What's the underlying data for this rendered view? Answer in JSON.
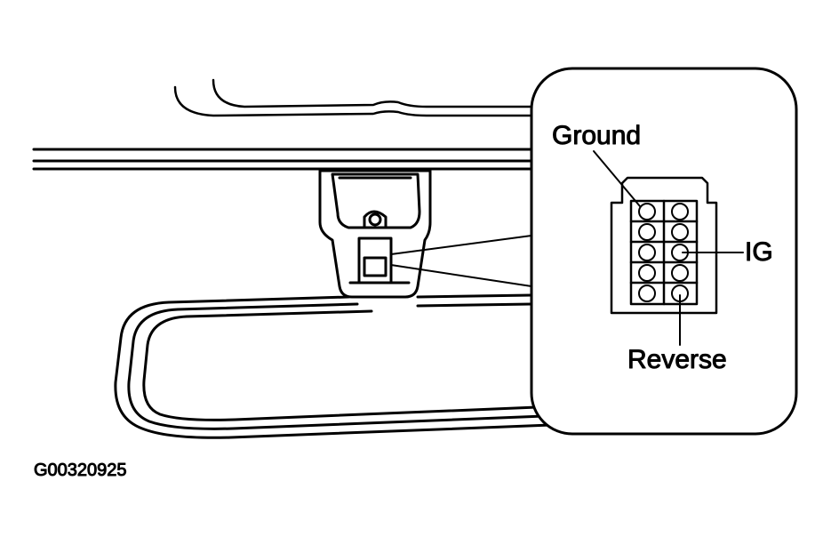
{
  "callouts": {
    "ground": "Ground",
    "ig": "IG",
    "reverse": "Reverse"
  },
  "figure_id": "G00320925",
  "colors": {
    "line": "#000000",
    "background": "#ffffff"
  }
}
